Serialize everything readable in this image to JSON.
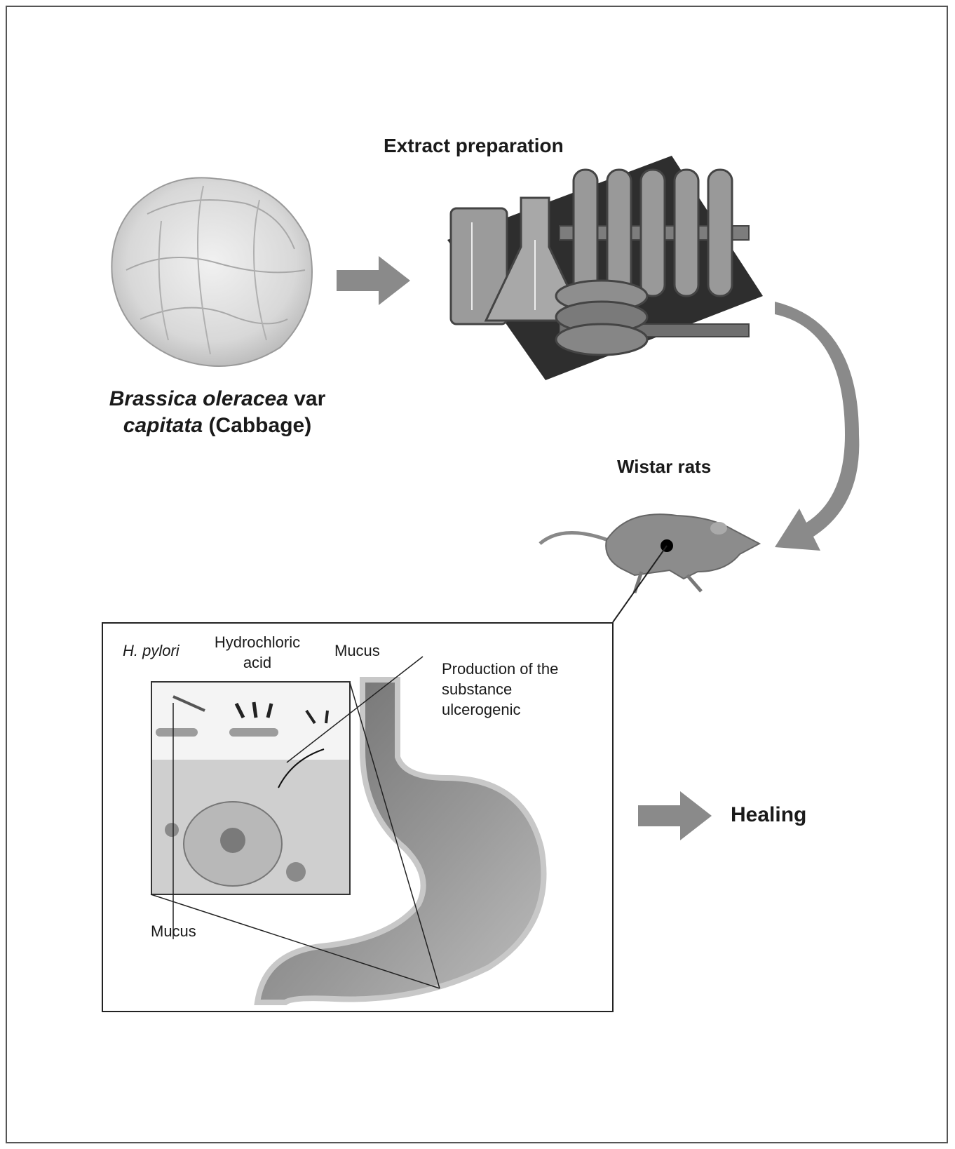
{
  "cabbage": {
    "caption_genus": "Brassica",
    "caption_species": "oleracea",
    "caption_var": "var",
    "caption_variety": "capitata",
    "caption_common": "(Cabbage)"
  },
  "extract": {
    "title": "Extract preparation"
  },
  "rats": {
    "title": "Wistar rats"
  },
  "stomach_panel": {
    "h_pylori": "H. pylori",
    "hcl_line1": "Hydrochloric",
    "hcl_line2": "acid",
    "mucus_top": "Mucus",
    "production_line1": "Production of the",
    "production_line2": "substance",
    "production_line3": "ulcerogenic",
    "mucus_bottom": "Mucus"
  },
  "outcome": {
    "label": "Healing"
  },
  "colors": {
    "arrow_fill": "#8a8a8a",
    "frame": "#555555",
    "text": "#1a1a1a"
  }
}
